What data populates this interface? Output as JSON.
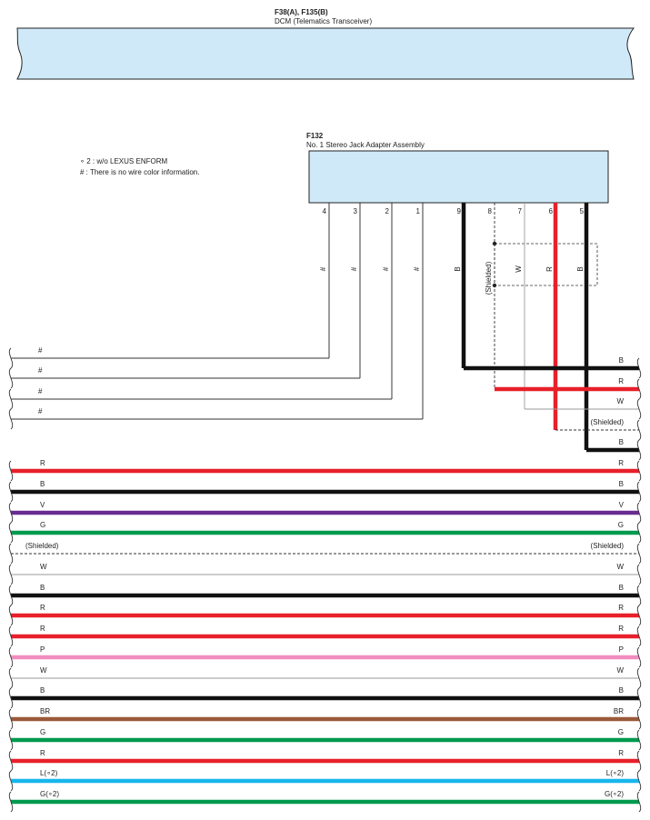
{
  "dcm": {
    "code": "F38(A), F135(B)",
    "name": "DCM (Telematics Transceiver)",
    "fill": "#cfe9f8"
  },
  "adapter": {
    "code": "F132",
    "name": "No. 1 Stereo Jack Adapter Assembly",
    "fill": "#cfe9f8",
    "pins": [
      {
        "num": "4",
        "label": "#",
        "color": "#222222",
        "thick": false
      },
      {
        "num": "3",
        "label": "#",
        "color": "#222222",
        "thick": false
      },
      {
        "num": "2",
        "label": "#",
        "color": "#222222",
        "thick": false
      },
      {
        "num": "1",
        "label": "#",
        "color": "#222222",
        "thick": false
      },
      {
        "num": "9",
        "label": "B",
        "color": "#111111",
        "thick": true
      },
      {
        "num": "8",
        "label": "(Shielded)",
        "color": "#333333",
        "thick": false,
        "dashed": true
      },
      {
        "num": "7",
        "label": "W",
        "color": "#9a9a9a",
        "thick": false
      },
      {
        "num": "6",
        "label": "R",
        "color": "#e8202a",
        "thick": true
      },
      {
        "num": "5",
        "label": "B",
        "color": "#111111",
        "thick": true
      }
    ]
  },
  "notes": {
    "note1": "∘ 2 : w/o LEXUS ENFORM",
    "note2": "# : There is no wire color information."
  },
  "left_wires": [
    {
      "label": "#"
    },
    {
      "label": "#"
    },
    {
      "label": "#"
    },
    {
      "label": "#"
    }
  ],
  "right_wires": [
    {
      "label": "B",
      "color": "#111111",
      "thick": true
    },
    {
      "label": "R",
      "color": "#e8202a",
      "thick": true
    },
    {
      "label": "W",
      "color": "#9a9a9a",
      "thick": false
    },
    {
      "label": "(Shielded)",
      "color": "#333333",
      "thick": false,
      "dashed": true
    },
    {
      "label": "B",
      "color": "#111111",
      "thick": true
    }
  ],
  "bus_wires": [
    {
      "left": "R",
      "right": "R",
      "color": "#e8202a",
      "thick": true
    },
    {
      "left": "B",
      "right": "B",
      "color": "#111111",
      "thick": true
    },
    {
      "left": "V",
      "right": "V",
      "color": "#6a2c91",
      "thick": true
    },
    {
      "left": "G",
      "right": "G",
      "color": "#009a4e",
      "thick": true
    },
    {
      "left": "(Shielded)",
      "right": "(Shielded)",
      "color": "#333333",
      "thick": false,
      "dashed": true
    },
    {
      "left": "W",
      "right": "W",
      "color": "#9a9a9a",
      "thick": false
    },
    {
      "left": "B",
      "right": "B",
      "color": "#111111",
      "thick": true
    },
    {
      "left": "R",
      "right": "R",
      "color": "#e8202a",
      "thick": true
    },
    {
      "left": "R",
      "right": "R",
      "color": "#e8202a",
      "thick": true
    },
    {
      "left": "P",
      "right": "P",
      "color": "#f08cc0",
      "thick": true
    },
    {
      "left": "W",
      "right": "W",
      "color": "#9a9a9a",
      "thick": false
    },
    {
      "left": "B",
      "right": "B",
      "color": "#111111",
      "thick": true
    },
    {
      "left": "BR",
      "right": "BR",
      "color": "#9a5a3a",
      "thick": true
    },
    {
      "left": "G",
      "right": "G",
      "color": "#009a4e",
      "thick": true
    },
    {
      "left": "R",
      "right": "R",
      "color": "#e8202a",
      "thick": true
    },
    {
      "left": "L(∘2)",
      "right": "L(∘2)",
      "color": "#19b5ec",
      "thick": true
    },
    {
      "left": "G(∘2)",
      "right": "G(∘2)",
      "color": "#009a4e",
      "thick": true
    }
  ]
}
